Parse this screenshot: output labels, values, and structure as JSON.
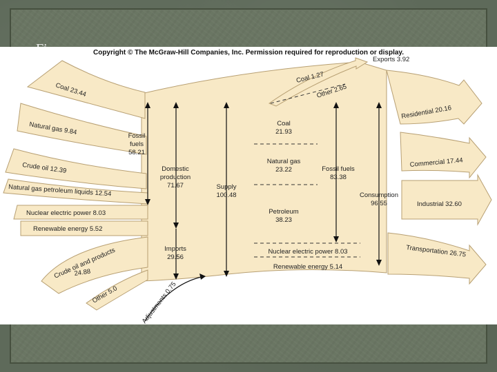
{
  "slide": {
    "title": "Fi"
  },
  "figure": {
    "copyright": "Copyright © The McGraw-Hill Companies, Inc. Permission required for reproduction or display.",
    "inputs": {
      "coal": "Coal 23.44",
      "natural_gas": "Natural gas 9.84",
      "crude_oil": "Crude oil 12.39",
      "ngpl": "Natural gas petroleum liquids 12.54",
      "nuclear": "Nuclear electric power 8.03",
      "renewable": "Renewable energy 5.52",
      "crude_products": "Crude oil and products",
      "crude_products_value": "24.88",
      "other": "Other 5.0",
      "adjustments": "Adjustments 0.75"
    },
    "exports": {
      "total": "Exports 3.92",
      "coal": "Coal 1.27",
      "other": "Other 2.65"
    },
    "fossil_fuels_left": {
      "line1": "Fossil",
      "line2": "fuels",
      "value": "58.21"
    },
    "domestic_production": {
      "line1": "Domestic",
      "line2": "production",
      "value": "71.67"
    },
    "imports": {
      "label": "Imports",
      "value": "29.56"
    },
    "supply": {
      "label": "Supply",
      "value": "100.48"
    },
    "center": {
      "coal": "Coal",
      "coal_value": "21.93",
      "natural_gas": "Natural gas",
      "natural_gas_value": "23.22",
      "petroleum": "Petroleum",
      "petroleum_value": "38.23",
      "nuclear": "Nuclear electric power 8.03",
      "renewable": "Renewable energy 5.14"
    },
    "fossil_fuels_right": {
      "label": "Fossil fuels",
      "value": "83.38"
    },
    "consumption": {
      "label": "Consumption",
      "value": "96.55"
    },
    "outputs": {
      "residential": "Residential 20.16",
      "commercial": "Commercial 17.44",
      "industrial": "Industrial 32.60",
      "transportation": "Transportation 26.75"
    }
  }
}
